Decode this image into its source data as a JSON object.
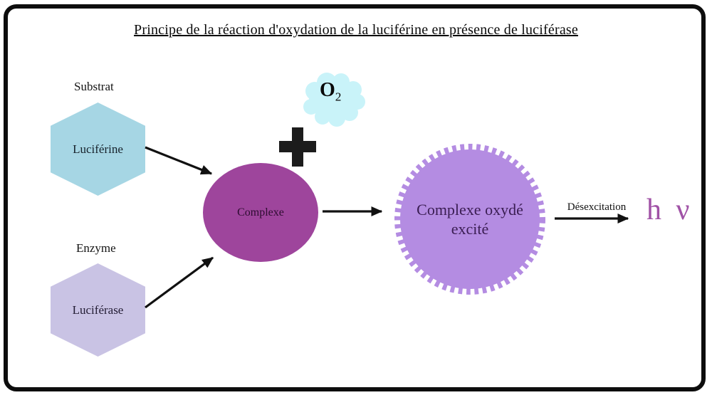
{
  "title": "Principe de la réaction d'oxydation de la luciférine en présence de luciférase",
  "colors": {
    "substrate_fill": "#a6d6e4",
    "enzyme_fill": "#c9c3e4",
    "complex_fill": "#9e459c",
    "excited_fill": "#b48ce2",
    "oxygen_cloud_fill": "#c9f3f9",
    "photon_color": "#a052a6",
    "arrow_color": "#111111"
  },
  "icons": {
    "plus": "plus-icon",
    "oxygen_cloud": "cloud-icon",
    "excited_complex_shape": "gear-icon"
  },
  "substrate": {
    "category": "Substrat",
    "name": "Luciférine"
  },
  "enzyme": {
    "category": "Enzyme",
    "name": "Luciférase"
  },
  "complex": {
    "label": "Complexe"
  },
  "oxygen": {
    "symbol": "O",
    "subscript": "2"
  },
  "excited_complex": {
    "line1": "Complexe oxydé",
    "line2": "excité"
  },
  "transition": {
    "label": "Désexcitation"
  },
  "photon": {
    "label": "h ν"
  }
}
